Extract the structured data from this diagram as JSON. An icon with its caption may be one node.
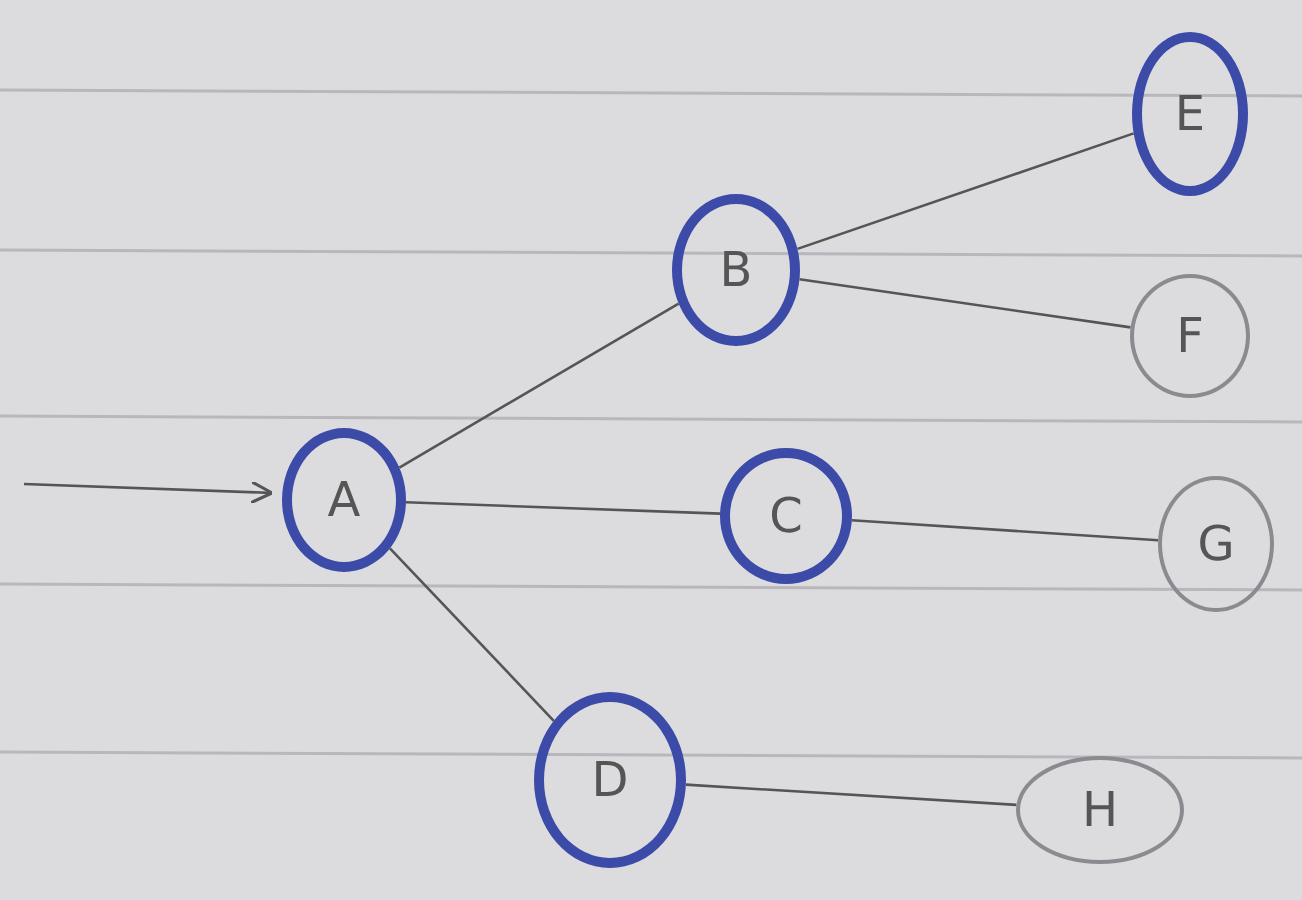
{
  "diagram": {
    "nodes": [
      {
        "text": [
          "A"
        ]
      },
      {
        "text": [
          "B"
        ]
      },
      {
        "text": [
          "C"
        ]
      },
      {
        "text": [
          "D"
        ]
      },
      {
        "text": [
          "E"
        ]
      },
      {
        "text": [
          "F"
        ]
      },
      {
        "text": [
          "G"
        ]
      },
      {
        "text": [
          "H"
        ]
      }
    ],
    "edges": [
      {
        "from": null,
        "to": 0,
        "arrow": "to"
      },
      {
        "from": 0,
        "to": 1,
        "arrow": "none"
      },
      {
        "from": 0,
        "to": 2,
        "arrow": "none"
      },
      {
        "from": 0,
        "to": 3,
        "arrow": "none"
      },
      {
        "from": 1,
        "to": 4,
        "arrow": "none"
      },
      {
        "from": 1,
        "to": 5,
        "arrow": "none"
      },
      {
        "from": 2,
        "to": 6,
        "arrow": "none"
      },
      {
        "from": 3,
        "to": 7,
        "arrow": "none"
      }
    ]
  }
}
